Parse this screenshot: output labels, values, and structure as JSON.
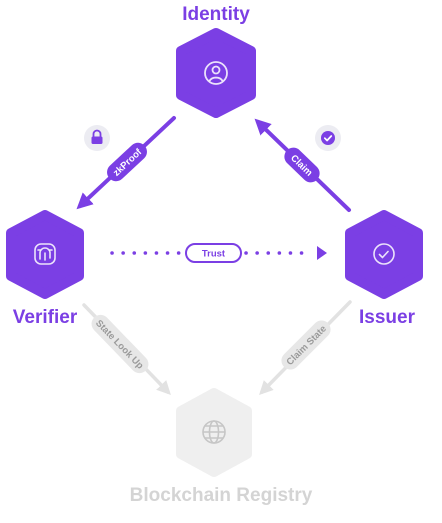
{
  "nodes": {
    "identity": {
      "label": "Identity",
      "icon": "person-icon"
    },
    "verifier": {
      "label": "Verifier",
      "icon": "fingerprint-icon"
    },
    "issuer": {
      "label": "Issuer",
      "icon": "check-circle-icon"
    },
    "registry": {
      "label": "Blockchain Registry",
      "icon": "globe-icon"
    }
  },
  "edges": {
    "zkproof": {
      "label": "zkProof",
      "badge_icon": "lock-icon"
    },
    "claim": {
      "label": "Claim",
      "badge_icon": "check-badge-icon"
    },
    "trust": {
      "label": "Trust"
    },
    "state_lookup": {
      "label": "State Look Up"
    },
    "claim_state": {
      "label": "Claim State"
    }
  },
  "colors": {
    "primary": "#7b3fe4",
    "badge_bg": "#ececf2",
    "muted": "#e2e2e2",
    "muted_text": "#d4d4d4"
  }
}
